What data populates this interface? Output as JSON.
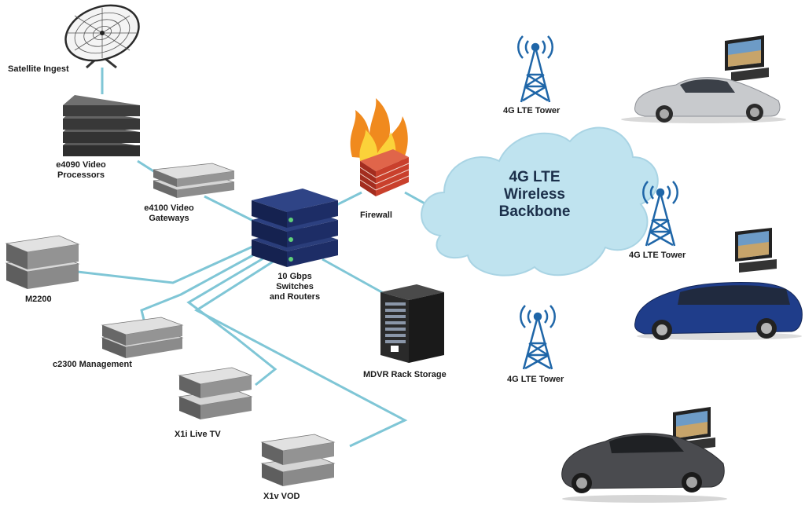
{
  "labels": {
    "satellite": "Satellite Ingest",
    "e4090_line1": "e4090 Video",
    "e4090_line2": "Processors",
    "e4100_line1": "e4100 Video",
    "e4100_line2": "Gateways",
    "m2200": "M2200",
    "c2300": "c2300 Management",
    "x1i": "X1i Live TV",
    "x1v": "X1v VOD",
    "switches_line1": "10 Gbps",
    "switches_line2": "Switches",
    "switches_line3": "and Routers",
    "firewall": "Firewall",
    "mdvr": "MDVR Rack Storage",
    "tower1": "4G LTE Tower",
    "tower2": "4G LTE Tower",
    "tower3": "4G LTE Tower",
    "cloud_line1": "4G LTE",
    "cloud_line2": "Wireless",
    "cloud_line3": "Backbone"
  },
  "colors": {
    "link": "#7fc6d6",
    "cloud": "#bfe3ef",
    "tower": "#1f66a8",
    "switch": "#1b2a5c",
    "server_dark": "#3a3a3a",
    "server_silver": "#c9c9c9",
    "firewall_brick": "#c9402c",
    "flame": "#f08a1e",
    "car_silver": "#c8cacd",
    "van_blue": "#1f3d8a",
    "car_dark": "#4a4b4f"
  }
}
